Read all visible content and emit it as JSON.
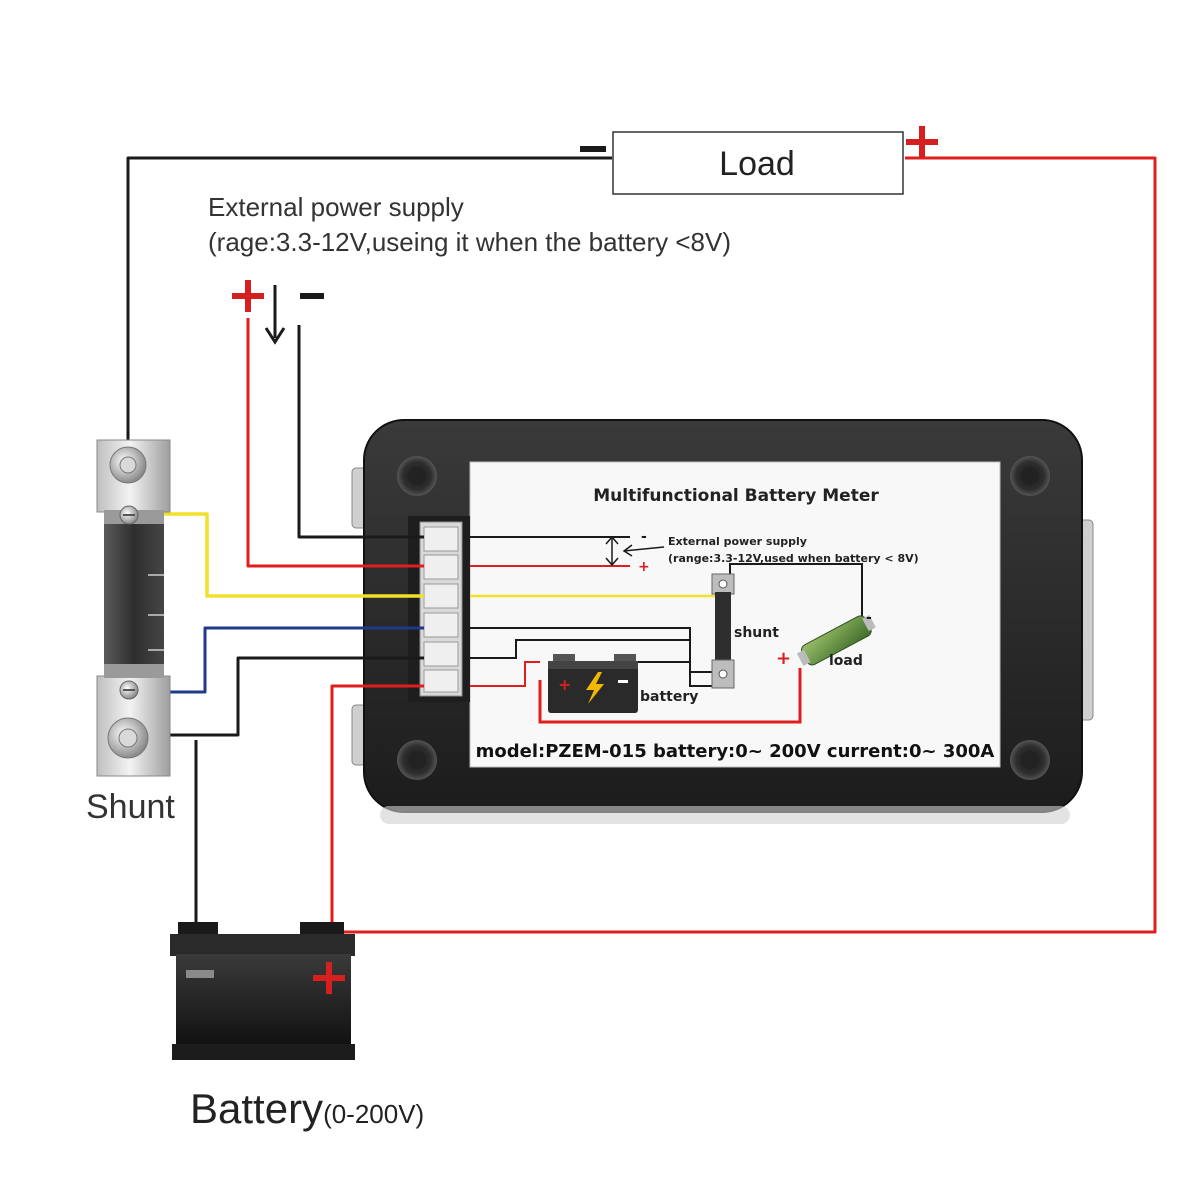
{
  "load": {
    "label": "Load",
    "minus": "−",
    "plus": "+"
  },
  "external_supply": {
    "title": "External power supply",
    "range": "(rage:3.3-12V,useing it when the battery <8V)",
    "plus": "+",
    "minus": "−"
  },
  "shunt": {
    "label": "Shunt"
  },
  "battery": {
    "label": "Battery",
    "range": "(0-200V)",
    "plus": "+"
  },
  "meter": {
    "title": "Multifunctional Battery Meter",
    "ext_title": "External power supply",
    "ext_range": "(range:3.3-12V,used when battery < 8V)",
    "minus": "-",
    "plus": "+",
    "shunt_label": "shunt",
    "load_label": "load",
    "load_plus": "+",
    "load_minus": "-",
    "battery_label": "battery",
    "model_line": "model:PZEM-015 battery:0~ 200V current:0~ 300A"
  },
  "colors": {
    "wire_red": "#e01e1e",
    "wire_black": "#1a1a1a",
    "wire_yellow": "#f2e02a",
    "wire_blue": "#1f3a8a",
    "plus_red": "#d61f1f",
    "meter_body": "#2a2a2a",
    "label_bg": "#f8f8f8"
  },
  "icons": [
    "lightning-icon",
    "shunt-icon",
    "battery-icon",
    "resistor-icon",
    "screw-icon",
    "terminal-block-icon"
  ]
}
